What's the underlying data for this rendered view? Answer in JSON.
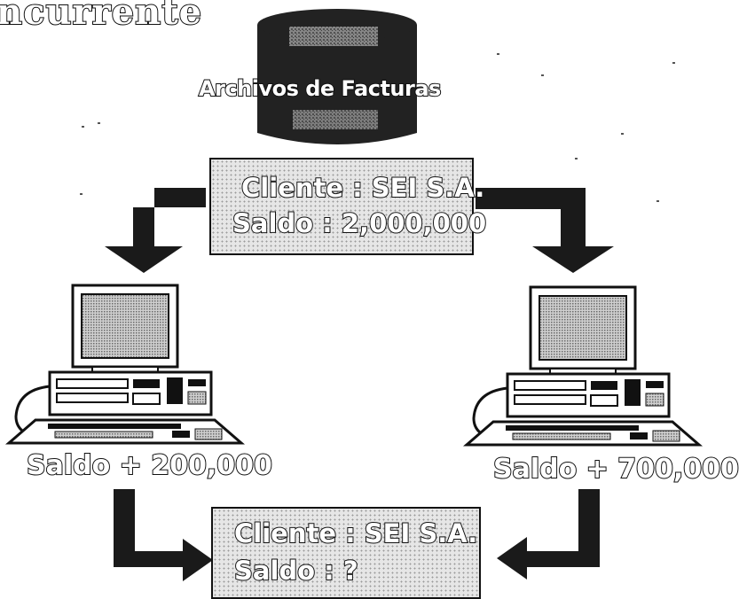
{
  "title_fragment": "ncurrente",
  "database": {
    "label": "Archivos de Facturas"
  },
  "record_top": {
    "client": "Cliente : SEI S.A.",
    "balance": "Saldo : 2,000,000"
  },
  "workstations": [
    {
      "update": "Saldo + 200,000"
    },
    {
      "update": "Saldo + 700,000"
    }
  ],
  "record_bottom": {
    "client": "Cliente : SEI S.A.",
    "balance": "Saldo : ?"
  },
  "colors": {
    "ink": "#111111",
    "fill_pattern": "#9a9a9a",
    "background": "#ffffff"
  }
}
